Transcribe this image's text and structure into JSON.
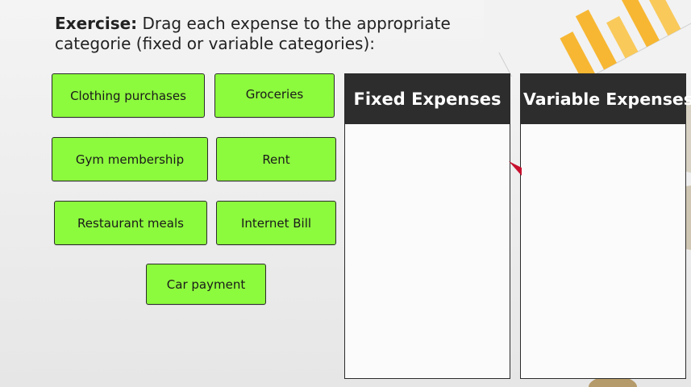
{
  "exercise": {
    "label": "Exercise:",
    "text": " Drag each expense to the appropriate categorie (fixed or variable categories):"
  },
  "items": [
    {
      "label": "Clothing purchases"
    },
    {
      "label": "Groceries"
    },
    {
      "label": "Gym membership"
    },
    {
      "label": "Rent"
    },
    {
      "label": "Restaurant meals"
    },
    {
      "label": "Internet Bill"
    },
    {
      "label": "Car payment"
    }
  ],
  "categories": [
    {
      "title": "Fixed Expenses"
    },
    {
      "title": "Variable Expenses"
    }
  ],
  "colors": {
    "chip": "#8cfa3d",
    "header": "#2d2d2d",
    "accent_orange": "#f7b733"
  }
}
